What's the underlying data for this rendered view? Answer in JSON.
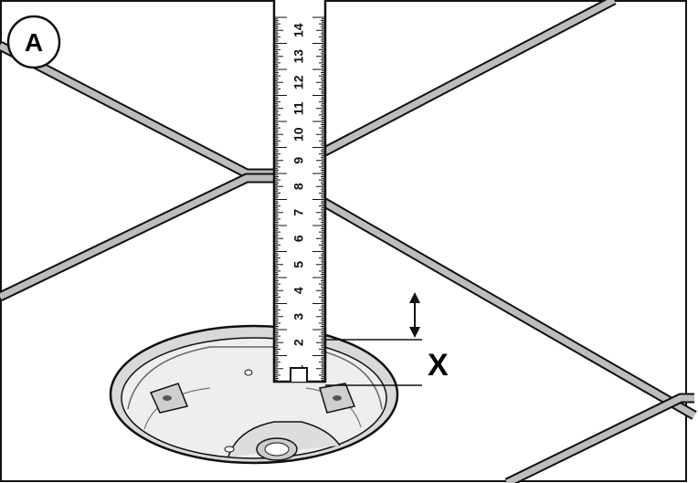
{
  "diagram": {
    "panel_label": "A",
    "dimension_label": "X",
    "tape_numbers": [
      "1",
      "2",
      "3",
      "4",
      "5",
      "6",
      "7",
      "8",
      "9",
      "10",
      "11",
      "12",
      "13",
      "14"
    ],
    "colors": {
      "line": "#111111",
      "tape_fill": "#ffffff",
      "tile_grid": "#bdbdbd",
      "housing_shadow": "#d9d9d9",
      "housing_inner": "#eeeeee"
    }
  }
}
